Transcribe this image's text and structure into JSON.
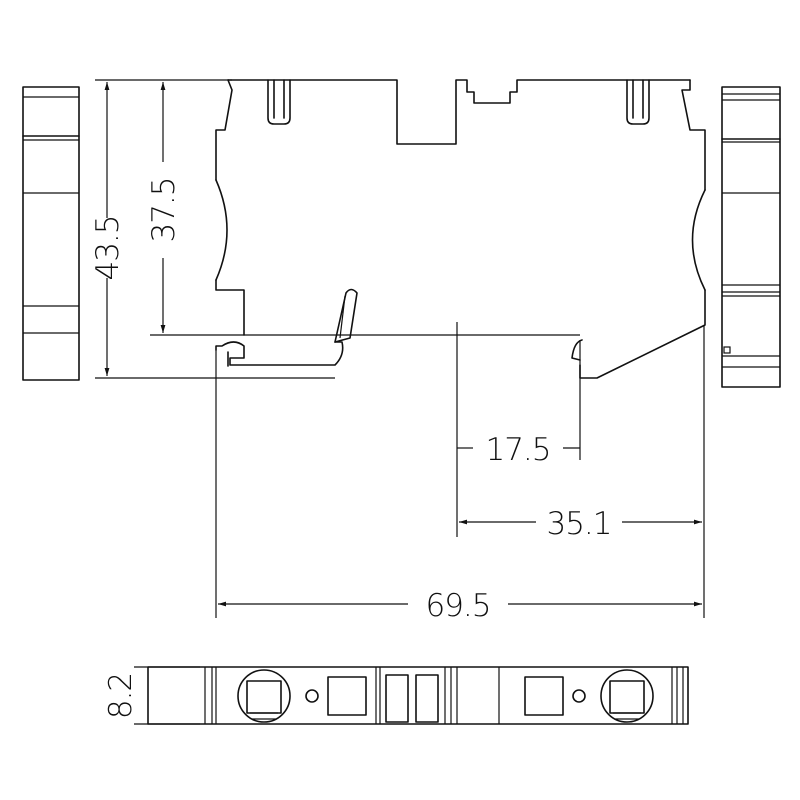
{
  "dimensions": {
    "height_overall": "43.5",
    "height_rail": "37.5",
    "depth_half": "17.5",
    "depth_offset": "35.1",
    "width_overall": "69.5",
    "thickness": "8.2"
  },
  "colors": {
    "line": "#111111",
    "background": "#ffffff"
  }
}
